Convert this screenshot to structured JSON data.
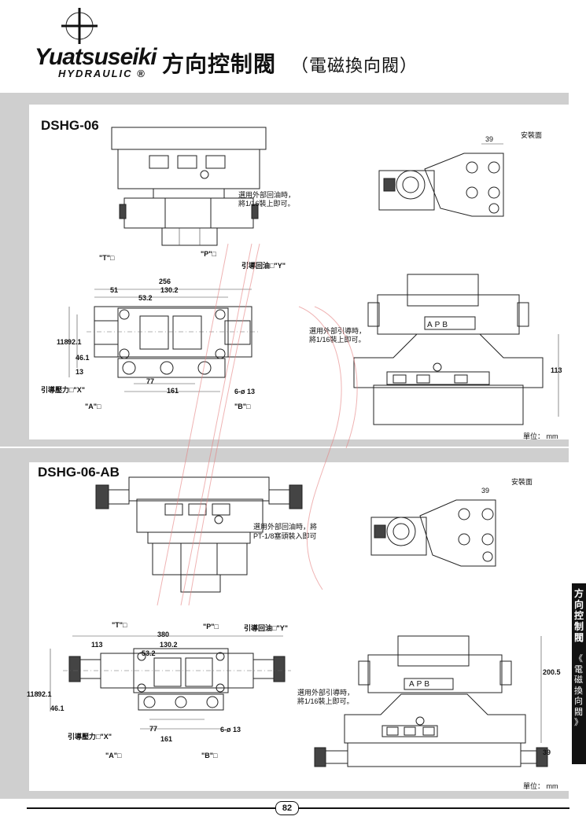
{
  "header": {
    "brand": "Yuatsuseiki",
    "brand_sub": "HYDRAULIC ®",
    "title": "方向控制閥",
    "subtitle": "（電磁換向閥）"
  },
  "section1": {
    "model": "DSHG-06",
    "note_top": "選用外部回油時，\n將1/16裝上即可。",
    "mount_face": "安裝面",
    "dim_39": "39",
    "port_t": "\"T\"□",
    "port_p": "\"P\"□",
    "drain_y": "引導回油□\"Y\"",
    "dim_256": "256",
    "dim_51": "51",
    "dim_130_2": "130.2",
    "dim_53_2": "53.2",
    "dim_118": "118",
    "dim_92_1": "92.1",
    "dim_46_1": "46.1",
    "dim_13": "13",
    "dim_77": "77",
    "dim_161": "161",
    "pilot_x": "引導壓力□\"X\"",
    "hole": "6-ø 13",
    "port_a": "\"A\"□",
    "port_b": "\"B\"□",
    "note_side": "選用外部引導時，\n將1/16裝上即可。",
    "apb": "APB",
    "dim_113": "113",
    "unit": "單位： mm"
  },
  "section2": {
    "model": "DSHG-06-AB",
    "note_top": "選用外部回油時，將\nPT-1/8塞頭裝入即可",
    "mount_face": "安裝面",
    "dim_39": "39",
    "port_t": "\"T\"□",
    "port_p": "\"P\"□",
    "drain_y": "引導回油□\"Y\"",
    "dim_380": "380",
    "dim_113": "113",
    "dim_130_2": "130.2",
    "dim_53_2": "53.2",
    "dim_118": "118",
    "dim_92_1": "92.1",
    "dim_46_1": "46.1",
    "dim_77": "77",
    "dim_161": "161",
    "pilot_x": "引導壓力□\"X\"",
    "hole": "6-ø 13",
    "port_a": "\"A\"□",
    "port_b": "\"B\"□",
    "note_side": "選用外部引導時，\n將1/16裝上即可。",
    "apb": "APB",
    "dim_200_5": "200.5",
    "dim_39b": "39",
    "unit": "單位： mm"
  },
  "side_tab": {
    "title": "方向控制閥",
    "sub": "《電磁換向閥》"
  },
  "page_number": "82"
}
